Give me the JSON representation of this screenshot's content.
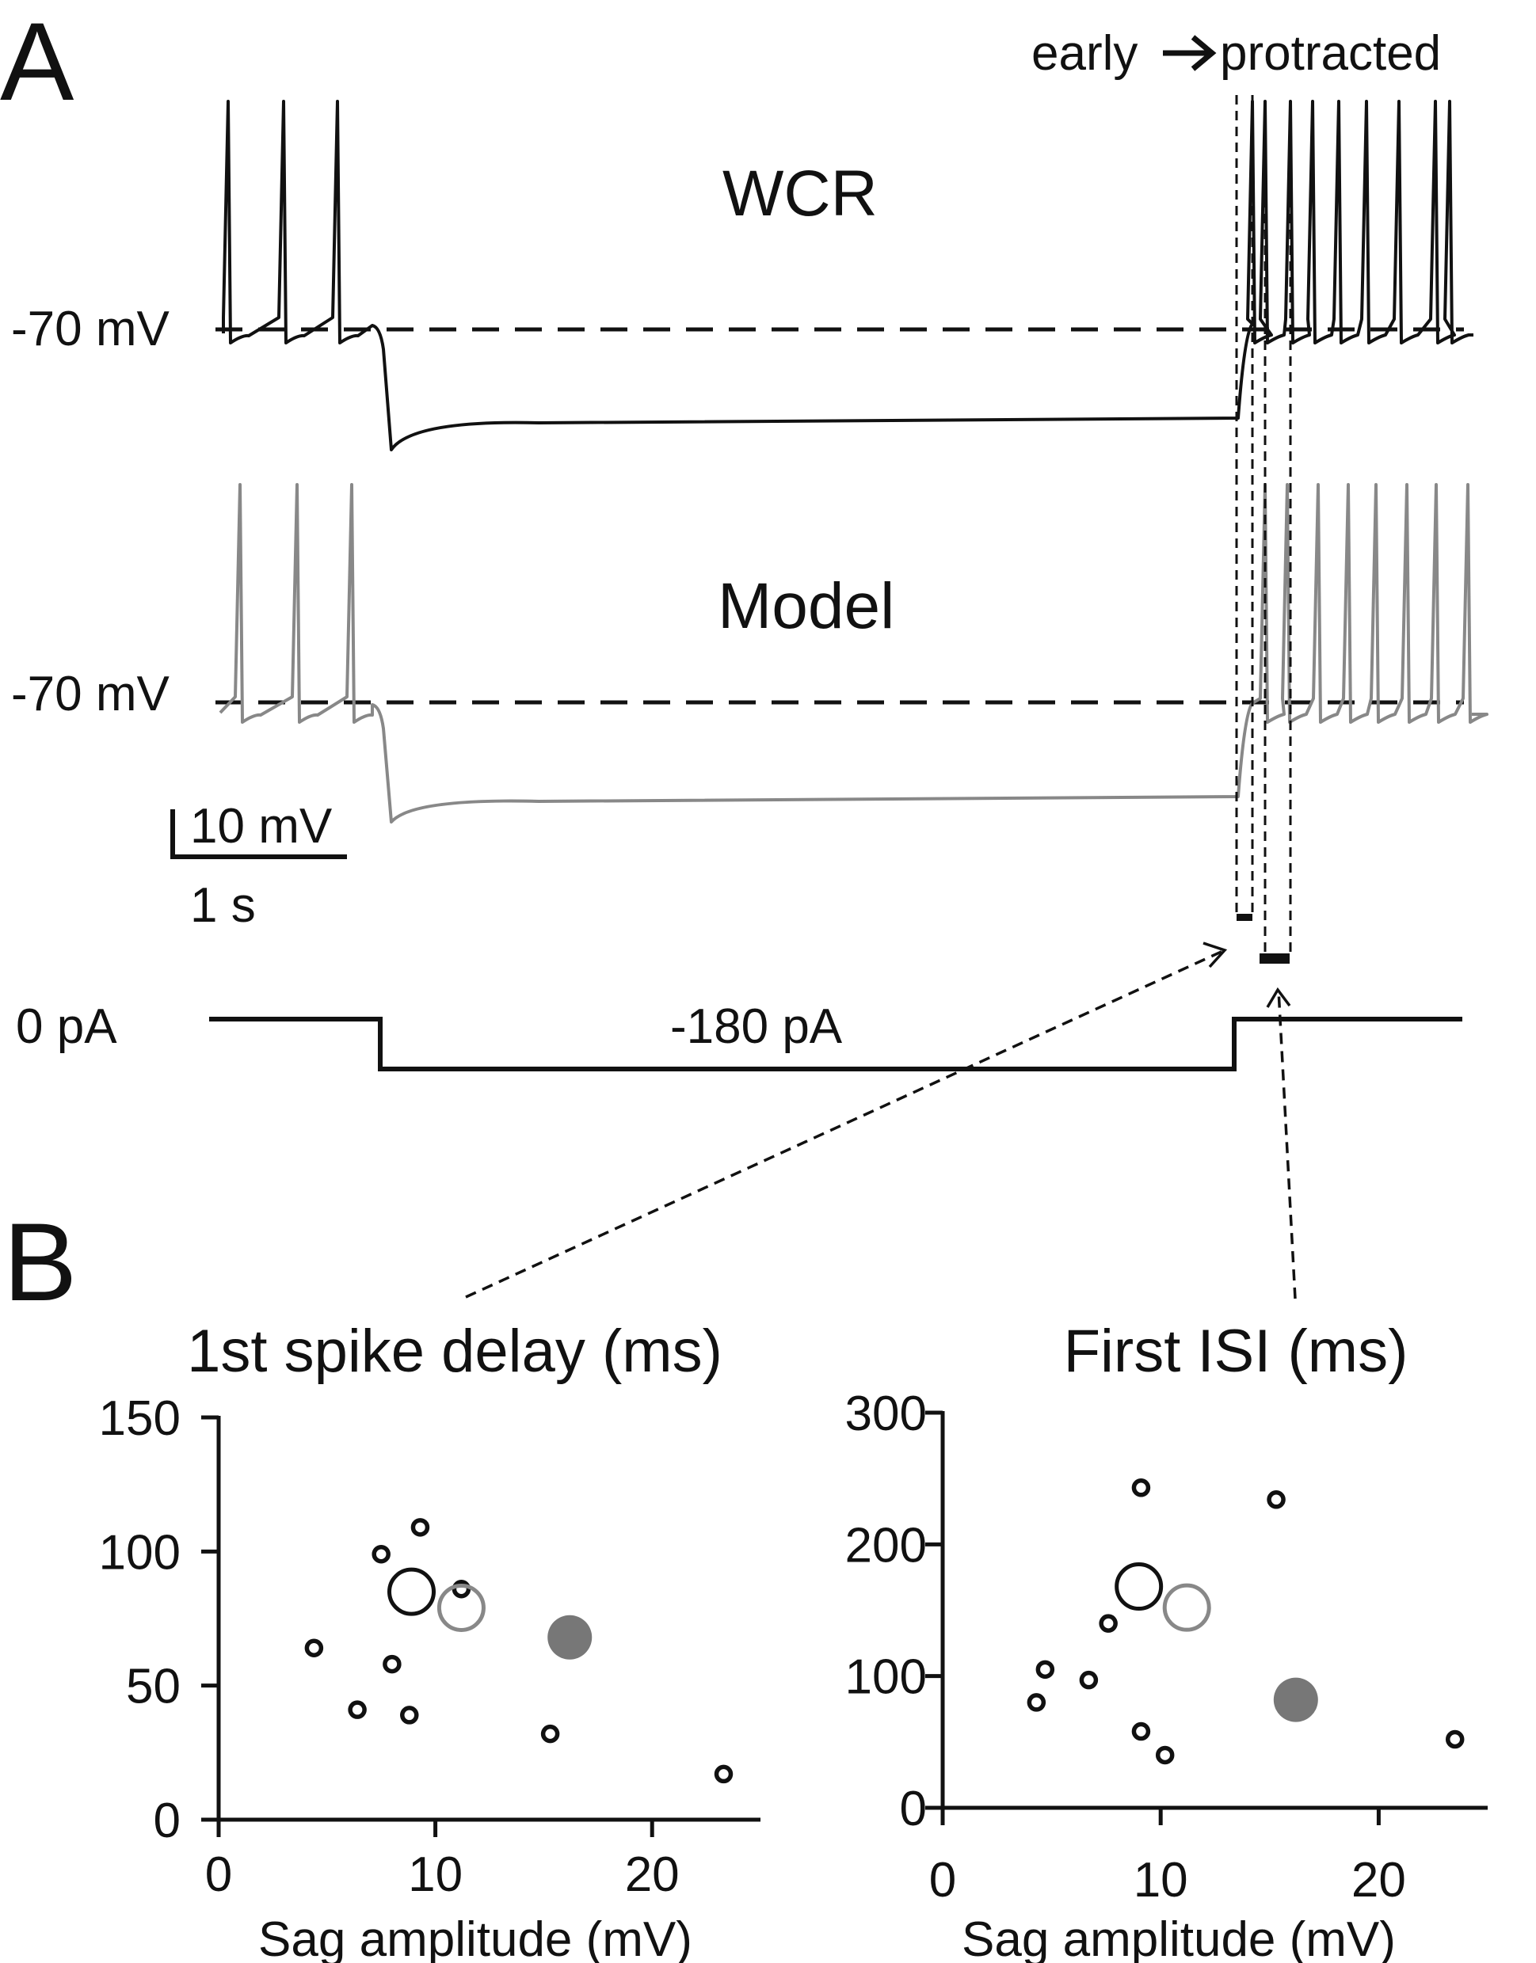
{
  "colors": {
    "black": "#111111",
    "gray": "#888888",
    "filled": "#777777"
  },
  "panelA": {
    "label": "A",
    "header": {
      "early": "early",
      "protracted": "protracted"
    },
    "wcr": {
      "title": "WCR",
      "baseline_label": "-70 mV"
    },
    "model": {
      "title": "Model",
      "baseline_label": "-70 mV"
    },
    "scalebar": {
      "voltage": "10 mV",
      "time": "1 s"
    },
    "current": {
      "hold_label": "0 pA",
      "step_label": "-180 pA"
    }
  },
  "panelB": {
    "label": "B"
  },
  "chart_data": [
    {
      "type": "scatter",
      "title": "1st spike delay (ms)",
      "xlabel": "Sag amplitude (mV)",
      "ylabel": "",
      "xlim": [
        0,
        25
      ],
      "ylim": [
        0,
        150
      ],
      "xticks": [
        0,
        10,
        20
      ],
      "yticks": [
        0,
        50,
        100,
        150
      ],
      "points": [
        {
          "x": 4.4,
          "y": 64,
          "size": "small",
          "style": "open-black"
        },
        {
          "x": 7.5,
          "y": 99,
          "size": "small",
          "style": "open-black"
        },
        {
          "x": 9.3,
          "y": 109,
          "size": "small",
          "style": "open-black"
        },
        {
          "x": 8.0,
          "y": 58,
          "size": "small",
          "style": "open-black"
        },
        {
          "x": 6.4,
          "y": 41,
          "size": "small",
          "style": "open-black"
        },
        {
          "x": 8.8,
          "y": 39,
          "size": "small",
          "style": "open-black"
        },
        {
          "x": 11.2,
          "y": 86,
          "size": "small",
          "style": "open-black"
        },
        {
          "x": 15.3,
          "y": 32,
          "size": "small",
          "style": "open-black"
        },
        {
          "x": 23.3,
          "y": 17,
          "size": "small",
          "style": "open-black"
        },
        {
          "x": 8.9,
          "y": 85,
          "size": "large",
          "style": "open-black"
        },
        {
          "x": 11.2,
          "y": 79,
          "size": "large",
          "style": "open-gray"
        },
        {
          "x": 16.2,
          "y": 68,
          "size": "large",
          "style": "filled-gray"
        }
      ]
    },
    {
      "type": "scatter",
      "title": "First ISI (ms)",
      "xlabel": "Sag amplitude (mV)",
      "ylabel": "",
      "xlim": [
        0,
        25
      ],
      "ylim": [
        0,
        300
      ],
      "xticks": [
        0,
        10,
        20
      ],
      "yticks": [
        0,
        100,
        200,
        300
      ],
      "points": [
        {
          "x": 9.1,
          "y": 243,
          "size": "small",
          "style": "open-black"
        },
        {
          "x": 15.3,
          "y": 234,
          "size": "small",
          "style": "open-black"
        },
        {
          "x": 7.6,
          "y": 140,
          "size": "small",
          "style": "open-black"
        },
        {
          "x": 4.7,
          "y": 105,
          "size": "small",
          "style": "open-black"
        },
        {
          "x": 6.7,
          "y": 97,
          "size": "small",
          "style": "open-black"
        },
        {
          "x": 4.3,
          "y": 80,
          "size": "small",
          "style": "open-black"
        },
        {
          "x": 9.1,
          "y": 58,
          "size": "small",
          "style": "open-black"
        },
        {
          "x": 10.2,
          "y": 40,
          "size": "small",
          "style": "open-black"
        },
        {
          "x": 23.5,
          "y": 52,
          "size": "small",
          "style": "open-black"
        },
        {
          "x": 9.0,
          "y": 168,
          "size": "large",
          "style": "open-black"
        },
        {
          "x": 11.2,
          "y": 152,
          "size": "large",
          "style": "open-gray"
        },
        {
          "x": 16.2,
          "y": 82,
          "size": "large",
          "style": "filled-gray"
        }
      ]
    }
  ]
}
